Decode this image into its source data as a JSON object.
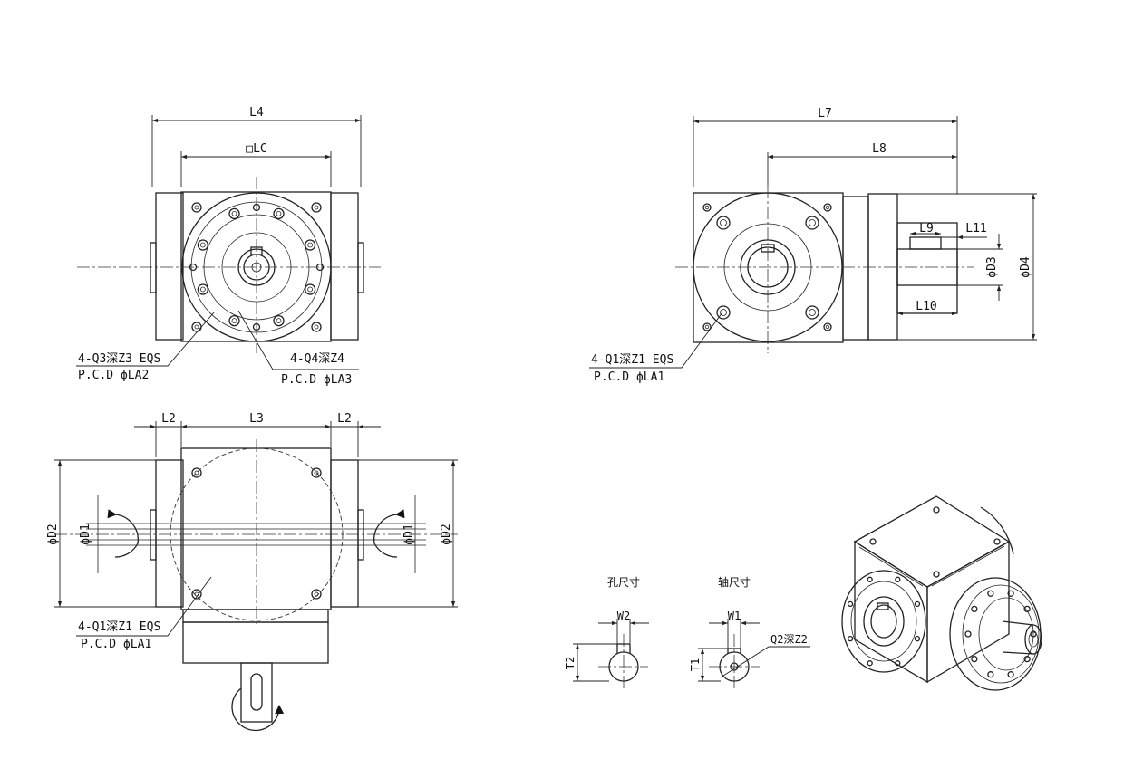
{
  "front_view": {
    "dim_overall_width": "L4",
    "dim_flange_square": "□LC",
    "note_q3_line1": "4-Q3深Z3 EQS",
    "note_q3_line2": "P.C.D ϕLA2",
    "note_q4_line1": "4-Q4深Z4",
    "note_q4_line2": "P.C.D ϕLA3"
  },
  "side_view": {
    "dim_total_length": "L7",
    "dim_length_to_face": "L8",
    "dim_key_length": "L9",
    "dim_key_offset": "L11",
    "dim_shaft_length": "L10",
    "dim_shaft_dia": "ϕD3",
    "dim_pilot_dia": "ϕD4",
    "note_q1_line1": "4-Q1深Z1 EQS",
    "note_q1_line2": "P.C.D ϕLA1"
  },
  "top_view": {
    "dim_left_boss": "L2",
    "dim_body": "L3",
    "dim_right_boss": "L2",
    "dim_left_bore": "ϕD1",
    "dim_left_outer": "ϕD2",
    "dim_right_bore": "ϕD1",
    "dim_right_outer": "ϕD2",
    "note_q1_line1": "4-Q1深Z1 EQS",
    "note_q1_line2": "P.C.D ϕLA1"
  },
  "hole_detail": {
    "title": "孔尺寸",
    "dim_width": "W2",
    "dim_depth": "T2"
  },
  "shaft_detail": {
    "title": "轴尺寸",
    "dim_width": "W1",
    "dim_depth": "T1",
    "note_tap": "Q2深Z2"
  }
}
